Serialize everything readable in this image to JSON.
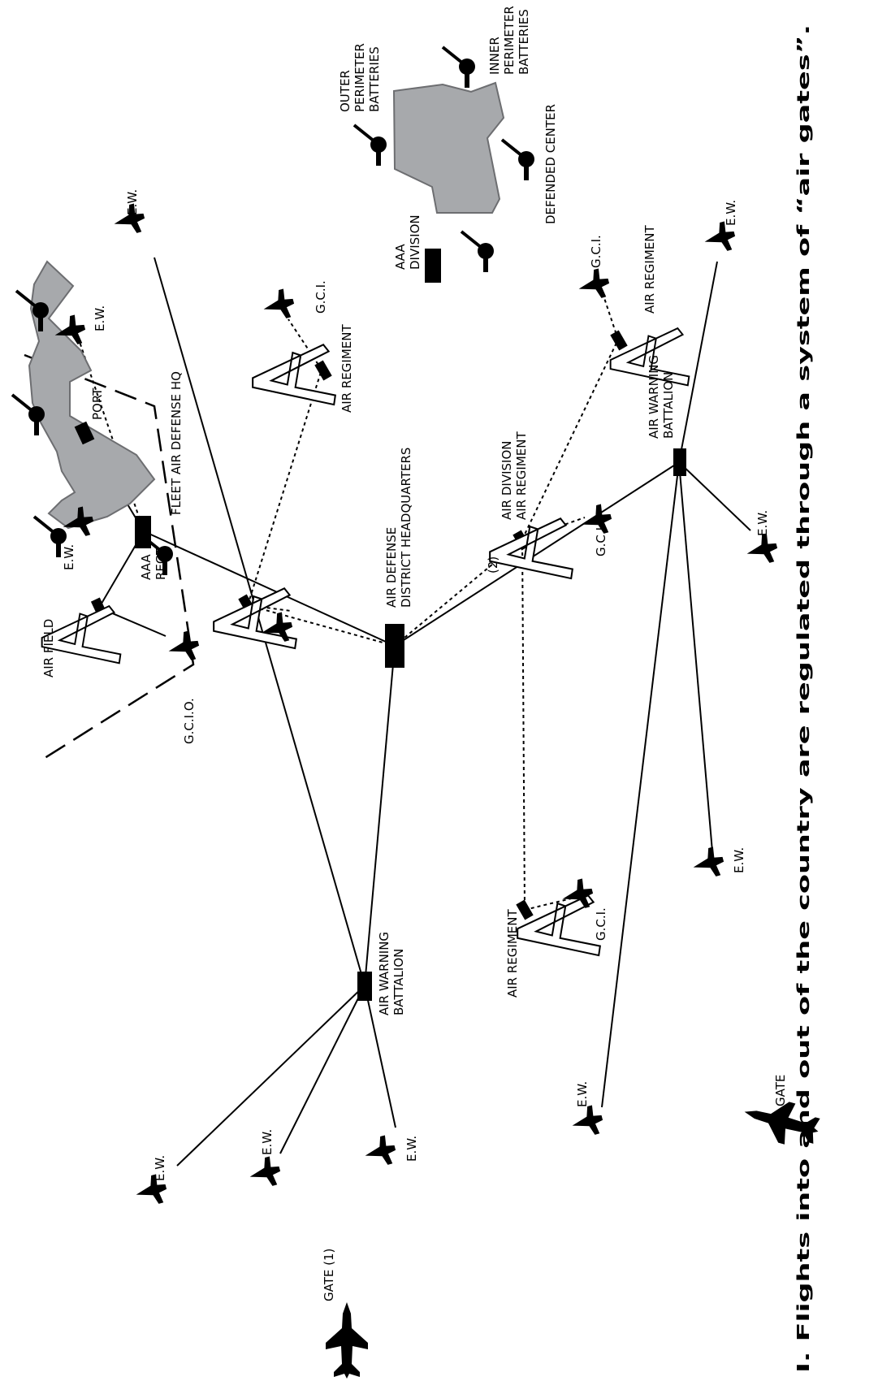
{
  "labels": {
    "ad_hq_1": "AIR DEFENSE",
    "ad_hq_2": "DISTRICT HEADQUARTERS",
    "fleet_hq": "FLEET AIR DEFENSE HQ",
    "port": "PORT",
    "aaa_regt_1": "AAA",
    "aaa_regt_2": "REGT",
    "air_field": "AIR FIELD",
    "gcio": "G.C.I.O.",
    "awb_left_1": "AIR WARNING",
    "awb_left_2": "BATTALION",
    "awb_right_1": "AIR WARNING",
    "awb_right_2": "BATTALION",
    "air_division_1": "AIR DIVISION",
    "air_division_2": "AIR REGIMENT",
    "air_regiment_top": "AIR REGIMENT",
    "air_regiment_right": "AIR REGIMENT",
    "air_regiment_bottom": "AIR REGIMENT",
    "aaa_division_1": "AAA",
    "aaa_division_2": "DIVISION",
    "defended_center": "DEFENDED CENTER",
    "outer_1": "OUTER",
    "outer_2": "PERIMETER",
    "outer_3": "BATTERIES",
    "inner_1": "INNER",
    "inner_2": "PERIMETER",
    "inner_3": "BATTERIES",
    "gate_1": "GATE (1)",
    "gate_2": "GATE",
    "marker_2": "(2)",
    "ew": "E.W.",
    "gci": "G.C.I."
  },
  "caption": "I. Flights into and out of the country are regulated through a system of “air gates”."
}
